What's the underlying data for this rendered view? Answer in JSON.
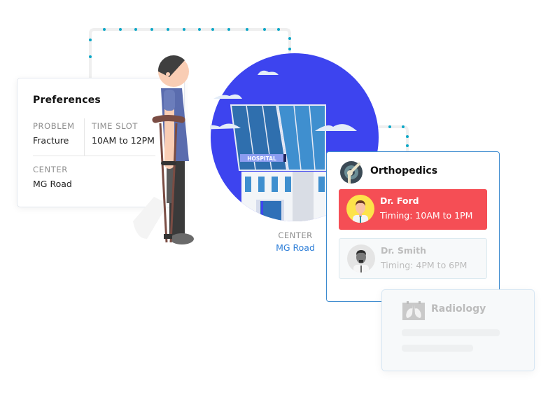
{
  "preferences": {
    "title": "Preferences",
    "problem_label": "PROBLEM",
    "problem_value": "Fracture",
    "timeslot_label": "TIME SLOT",
    "timeslot_value": "10AM to 12PM",
    "center_label": "CENTER",
    "center_value": "MG Road"
  },
  "hospital": {
    "sign": "HOSPITAL",
    "center_label": "CENTER",
    "center_value": "MG Road"
  },
  "orthopedics": {
    "icon": "bone-joint-icon",
    "title": "Orthopedics",
    "doctors": [
      {
        "name": "Dr. Ford",
        "timing": "Timing: 10AM to 1PM",
        "state": "selected",
        "color": "#f54e55"
      },
      {
        "name": "Dr. Smith",
        "timing": "Timing: 4PM to 6PM",
        "state": "disabled"
      }
    ]
  },
  "radiology": {
    "icon": "lungs-xray-icon",
    "title": "Radiology"
  },
  "colors": {
    "accent_blue": "#3d44ef",
    "connector_dot": "#0aa7c7",
    "link_blue": "#2f7fd8",
    "selected_red": "#f54e55"
  }
}
